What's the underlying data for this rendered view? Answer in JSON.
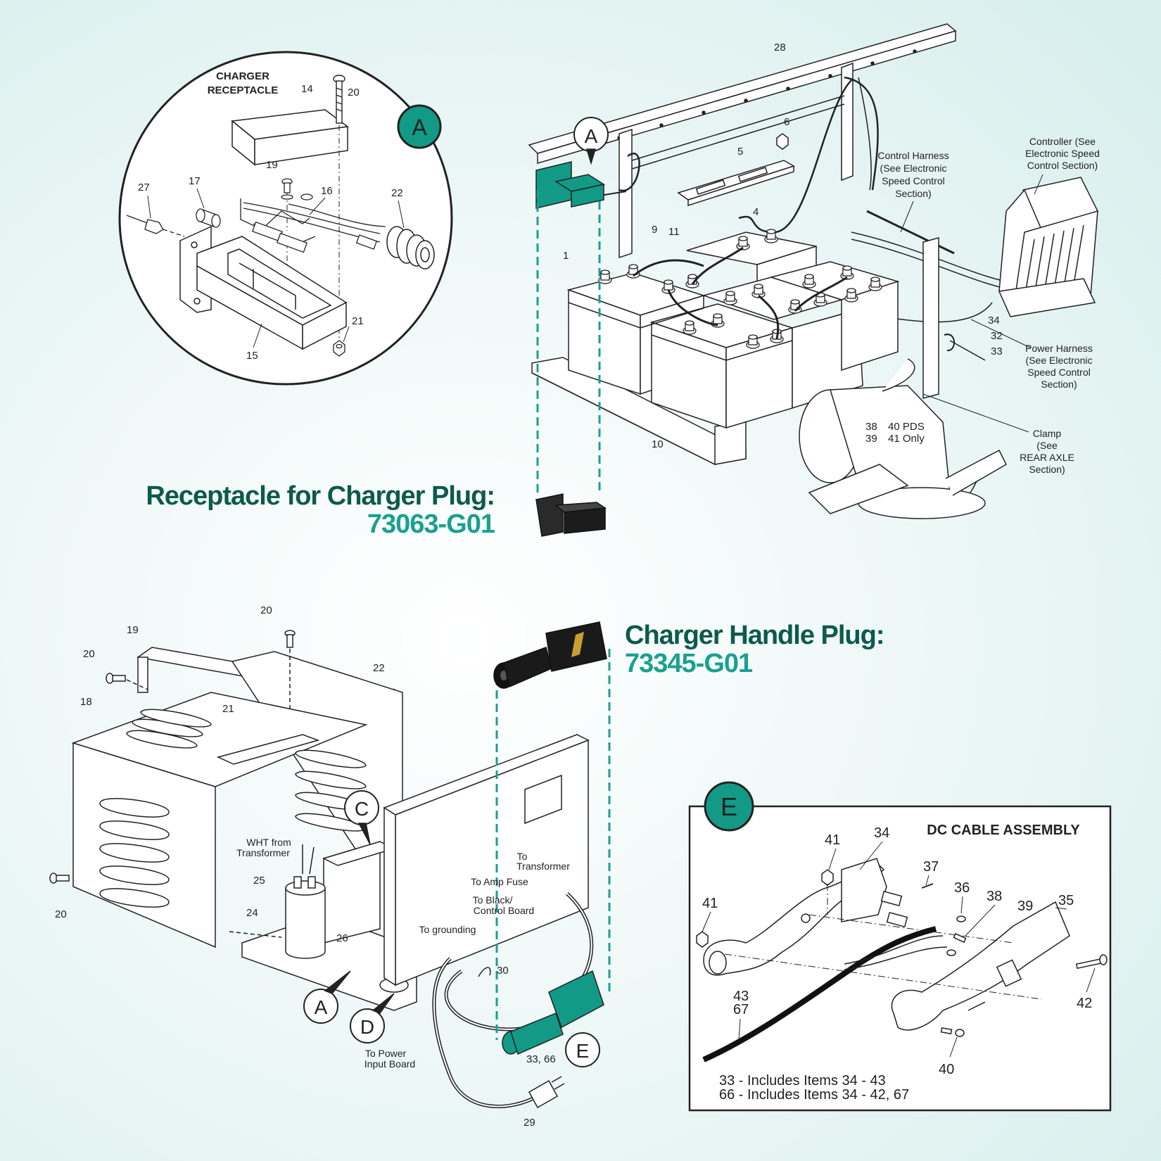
{
  "colors": {
    "accent_teal": "#1aa090",
    "heading_dark": "#0c5a4c",
    "badge_fill": "#129a86",
    "line": "#222222"
  },
  "headings": {
    "receptacle_title": "Receptacle for Charger Plug:",
    "receptacle_part": "73063-G01",
    "plug_title": "Charger Handle Plug:",
    "plug_part": "73345-G01"
  },
  "detail_a": {
    "badge": "A",
    "title_line1": "CHARGER",
    "title_line2": "RECEPTACLE",
    "numbers": [
      "14",
      "20",
      "19",
      "27",
      "17",
      "16",
      "22",
      "21",
      "15"
    ]
  },
  "cart": {
    "callout": "A",
    "numbers": [
      "28",
      "6",
      "5",
      "4",
      "9",
      "11",
      "1",
      "10",
      "34",
      "32",
      "33",
      "38",
      "39"
    ],
    "notes": {
      "control_harness": [
        "Control Harness",
        "(See Electronic",
        "Speed Control",
        "Section)"
      ],
      "controller": [
        "Controller (See",
        "Electronic Speed",
        "Control Section)"
      ],
      "power_harness": [
        "Power Harness",
        "(See Electronic",
        "Speed Control",
        "Section)"
      ],
      "clamp": [
        "Clamp",
        "(See",
        "REAR AXLE",
        "Section)"
      ],
      "pds_line1": "40 PDS",
      "pds_line2": "41 Only"
    }
  },
  "charger": {
    "numbers": [
      "20",
      "19",
      "20",
      "18",
      "21",
      "22",
      "25",
      "24",
      "26",
      "20",
      "30",
      "33, 66",
      "29"
    ],
    "callouts": [
      "C",
      "A",
      "D",
      "E"
    ],
    "notes": {
      "wht_from": [
        "WHT from",
        "Transformer"
      ],
      "to_transformer": [
        "To",
        "Transformer"
      ],
      "to_amp_fuse": "To Amp Fuse",
      "to_black": [
        "To Black/",
        "Control Board"
      ],
      "to_grounding": "To grounding",
      "to_power": [
        "To Power",
        "Input Board"
      ]
    }
  },
  "detail_e": {
    "badge": "E",
    "title": "DC CABLE ASSEMBLY",
    "numbers": [
      "41",
      "34",
      "37",
      "36",
      "38",
      "39",
      "35",
      "41",
      "43",
      "67",
      "42",
      "40"
    ],
    "includes": [
      "33 - Includes Items 34 - 43",
      "66 - Includes Items 34 - 42, 67"
    ]
  }
}
